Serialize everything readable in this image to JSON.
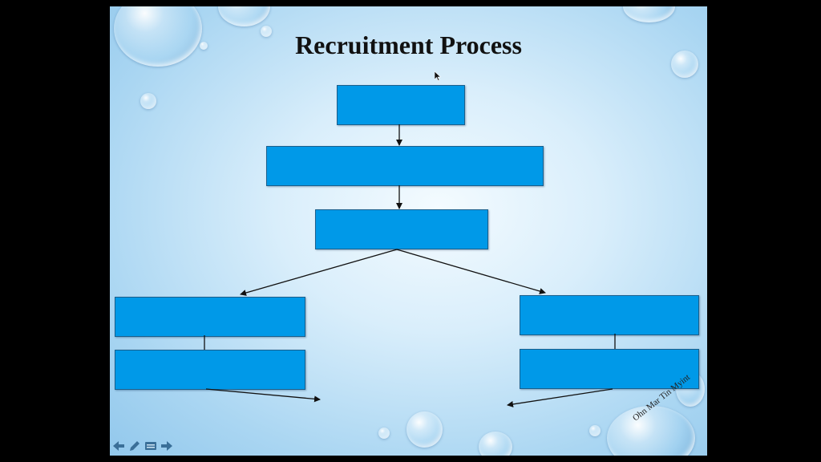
{
  "slide": {
    "title": "Recruitment Process",
    "watermark": "Ohn Mar Tin Myint"
  },
  "diagram": {
    "boxes": [
      {
        "id": "box-1",
        "label": ""
      },
      {
        "id": "box-2",
        "label": ""
      },
      {
        "id": "box-3",
        "label": ""
      },
      {
        "id": "box-left-1",
        "label": ""
      },
      {
        "id": "box-left-2",
        "label": ""
      },
      {
        "id": "box-right-1",
        "label": ""
      },
      {
        "id": "box-right-2",
        "label": ""
      }
    ]
  },
  "nav_controls": {
    "icons": [
      "arrow-left-icon",
      "pen-icon",
      "menu-icon",
      "arrow-right-icon"
    ]
  },
  "colors": {
    "box_fill": "#0099e8",
    "box_border": "#1a5f8c",
    "background": "#000000"
  }
}
